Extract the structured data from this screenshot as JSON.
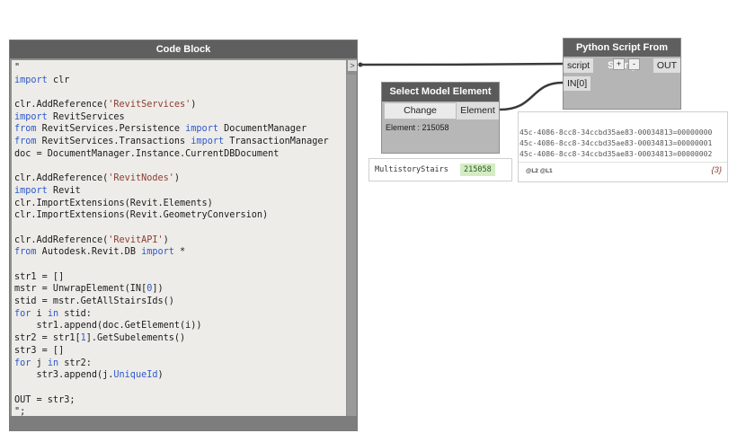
{
  "code_block": {
    "title": "Code Block",
    "out_port_glyph": ">",
    "lines": [
      [
        {
          "t": "\"",
          "c": ""
        }
      ],
      [
        {
          "t": "import",
          "c": "kw"
        },
        {
          "t": " clr",
          "c": ""
        }
      ],
      [
        {
          "t": "",
          "c": ""
        }
      ],
      [
        {
          "t": "clr.AddReference(",
          "c": ""
        },
        {
          "t": "'RevitServices'",
          "c": "str"
        },
        {
          "t": ")",
          "c": ""
        }
      ],
      [
        {
          "t": "import",
          "c": "kw"
        },
        {
          "t": " RevitServices",
          "c": ""
        }
      ],
      [
        {
          "t": "from",
          "c": "kw"
        },
        {
          "t": " RevitServices.Persistence ",
          "c": ""
        },
        {
          "t": "import",
          "c": "kw"
        },
        {
          "t": " DocumentManager",
          "c": ""
        }
      ],
      [
        {
          "t": "from",
          "c": "kw"
        },
        {
          "t": " RevitServices.Transactions ",
          "c": ""
        },
        {
          "t": "import",
          "c": "kw"
        },
        {
          "t": " TransactionManager",
          "c": ""
        }
      ],
      [
        {
          "t": "doc = DocumentManager.Instance.CurrentDBDocument",
          "c": ""
        }
      ],
      [
        {
          "t": "",
          "c": ""
        }
      ],
      [
        {
          "t": "clr.AddReference(",
          "c": ""
        },
        {
          "t": "'RevitNodes'",
          "c": "str"
        },
        {
          "t": ")",
          "c": ""
        }
      ],
      [
        {
          "t": "import",
          "c": "kw"
        },
        {
          "t": " Revit",
          "c": ""
        }
      ],
      [
        {
          "t": "clr.ImportExtensions(Revit.Elements)",
          "c": ""
        }
      ],
      [
        {
          "t": "clr.ImportExtensions(Revit.GeometryConversion)",
          "c": ""
        }
      ],
      [
        {
          "t": "",
          "c": ""
        }
      ],
      [
        {
          "t": "clr.AddReference(",
          "c": ""
        },
        {
          "t": "'RevitAPI'",
          "c": "str"
        },
        {
          "t": ")",
          "c": ""
        }
      ],
      [
        {
          "t": "from",
          "c": "kw"
        },
        {
          "t": " Autodesk.Revit.DB ",
          "c": ""
        },
        {
          "t": "import",
          "c": "kw"
        },
        {
          "t": " *",
          "c": ""
        }
      ],
      [
        {
          "t": "",
          "c": ""
        }
      ],
      [
        {
          "t": "str1 = []",
          "c": ""
        }
      ],
      [
        {
          "t": "mstr = UnwrapElement(IN[",
          "c": ""
        },
        {
          "t": "0",
          "c": "num"
        },
        {
          "t": "])",
          "c": ""
        }
      ],
      [
        {
          "t": "stid = mstr.GetAllStairsIds()",
          "c": ""
        }
      ],
      [
        {
          "t": "for",
          "c": "kw"
        },
        {
          "t": " i ",
          "c": ""
        },
        {
          "t": "in",
          "c": "kw"
        },
        {
          "t": " stid:",
          "c": ""
        }
      ],
      [
        {
          "t": "    str1.append(doc.GetElement(i))",
          "c": ""
        }
      ],
      [
        {
          "t": "str2 = str1[",
          "c": ""
        },
        {
          "t": "1",
          "c": "num"
        },
        {
          "t": "].GetSubelements()",
          "c": ""
        }
      ],
      [
        {
          "t": "str3 = []",
          "c": ""
        }
      ],
      [
        {
          "t": "for",
          "c": "kw"
        },
        {
          "t": " j ",
          "c": ""
        },
        {
          "t": "in",
          "c": "kw"
        },
        {
          "t": " str2:",
          "c": ""
        }
      ],
      [
        {
          "t": "    str3.append(j.",
          "c": ""
        },
        {
          "t": "UniqueId",
          "c": "prop"
        },
        {
          "t": ")",
          "c": ""
        }
      ],
      [
        {
          "t": "",
          "c": ""
        }
      ],
      [
        {
          "t": "OUT = str3;",
          "c": ""
        }
      ],
      [
        {
          "t": "\";",
          "c": ""
        }
      ]
    ]
  },
  "select_node": {
    "title": "Select Model Element",
    "change_label": "Change",
    "output_port": "Element",
    "readout": "Element : 215058"
  },
  "stairs_preview": {
    "name": "MultistoryStairs",
    "id": "215058"
  },
  "python_node": {
    "title": "Python Script From String",
    "port_script": "script",
    "port_in0": "IN[0]",
    "port_out": "OUT",
    "add_label": "+",
    "remove_label": "-"
  },
  "output_preview": {
    "items": [
      "45c-4086-8cc8-34ccbd35ae83-00034813=00000000",
      "45c-4086-8cc8-34ccbd35ae83-00034813=00000001",
      "45c-4086-8cc8-34ccbd35ae83-00034813=00000002"
    ],
    "levels": "@L2 @L1",
    "count": "{3}"
  },
  "colors": {
    "node_header": "#5f5f5f",
    "node_body": "#b5b5b5",
    "code_background": "#eeece9",
    "keyword": "#2c59c8",
    "string": "#8b3d2f",
    "wire": "#3a3a3a",
    "id_highlight": "#d4ecc5"
  }
}
